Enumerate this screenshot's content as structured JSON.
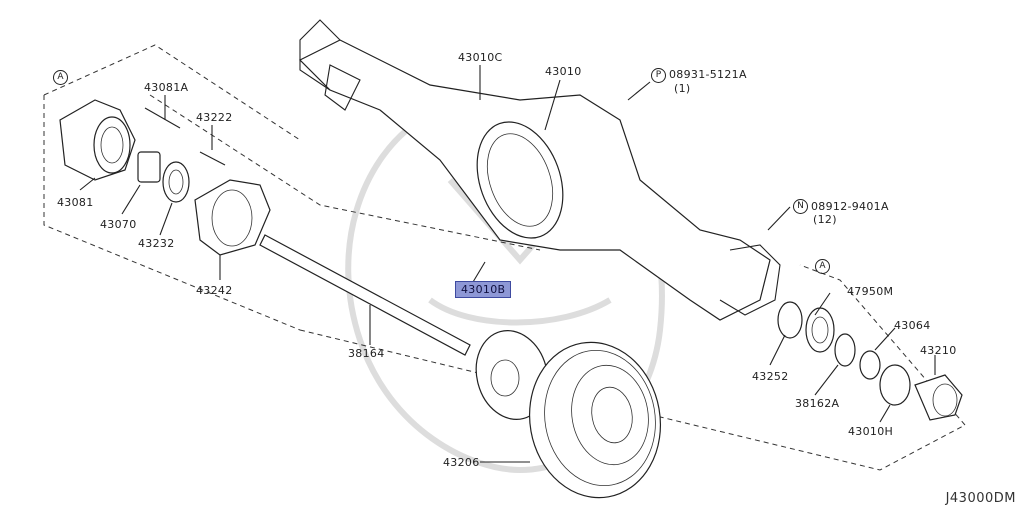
{
  "diagram_code": "J43000DM",
  "labels": {
    "p43081A": "43081A",
    "p43222": "43222",
    "p43081": "43081",
    "p43070": "43070",
    "p43232": "43232",
    "p43242": "43242",
    "p43010C": "43010C",
    "p43010": "43010",
    "p08931": "08931-5121A",
    "p08931_qty": "(1)",
    "p08912": "08912-9401A",
    "p08912_qty": "(12)",
    "p43010B": "43010B",
    "p38164": "38164",
    "p47950M": "47950M",
    "p43064": "43064",
    "p43210": "43210",
    "p43252": "43252",
    "p38162A": "38162A",
    "p43010H": "43010H",
    "p43206": "43206"
  },
  "markers": {
    "ref_a_left": "A",
    "ref_a_right": "A",
    "p_mark": "P",
    "n_mark": "N"
  },
  "highlighted_part": "43010B"
}
